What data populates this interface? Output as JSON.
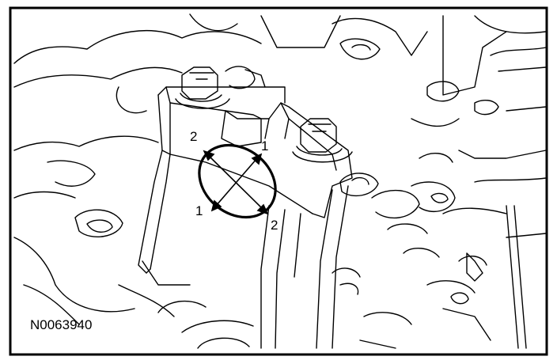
{
  "figure": {
    "id_label": "N0063940",
    "callouts": [
      "2",
      "1",
      "1",
      "2"
    ]
  },
  "colors": {
    "line": "#000000",
    "background": "#ffffff"
  }
}
